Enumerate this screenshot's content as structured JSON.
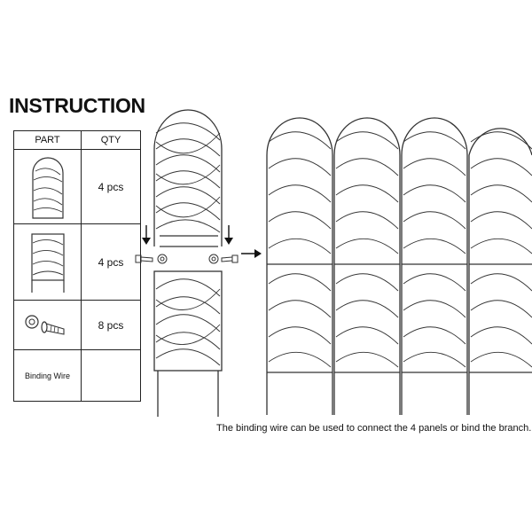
{
  "title": "INSTRUCTION",
  "table": {
    "headers": [
      "PART",
      "QTY"
    ],
    "rows": [
      {
        "part": "arched-top-panel",
        "qty": "4 pcs"
      },
      {
        "part": "bottom-panel-with-stakes",
        "qty": "4 pcs"
      },
      {
        "part": "bolt-and-nut",
        "qty": "8 pcs"
      },
      {
        "part": "Binding Wire",
        "qty": ""
      }
    ]
  },
  "caption": "The binding wire can be used to connect the 4 panels or bind the branch.",
  "icons": [
    "arrow-down-icon",
    "arrow-right-icon",
    "bolt-icon",
    "nut-icon"
  ],
  "colors": {
    "line": "#333333",
    "text": "#111111",
    "background": "#ffffff"
  }
}
